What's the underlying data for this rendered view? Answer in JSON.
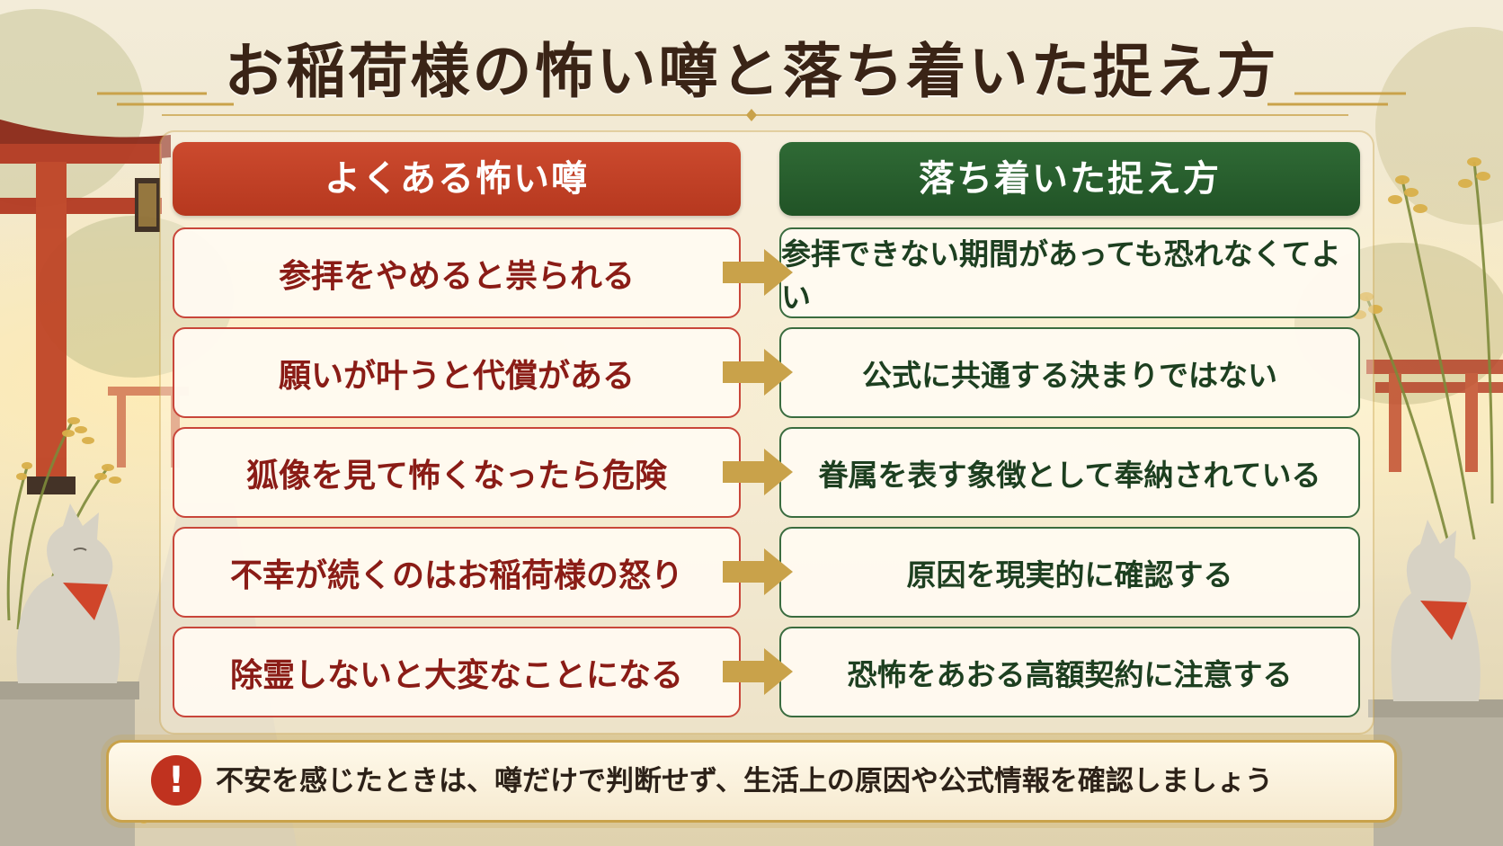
{
  "title": "お稲荷様の怖い噂と落ち着いた捉え方",
  "left_header": "よくある怖い噂",
  "right_header": "落ち着いた捉え方",
  "rumors": [
    "参拝をやめると祟られる",
    "願いが叶うと代償がある",
    "狐像を見て怖くなったら危険",
    "不幸が続くのはお稲荷様の怒り",
    "除霊しないと大変なことになる"
  ],
  "responses": [
    "参拝できない期間があっても恐れなくてよい",
    "公式に共通する決まりではない",
    "眷属を表す象徴として奉納されている",
    "原因を現実的に確認する",
    "恐怖をあおる高額契約に注意する"
  ],
  "banner": {
    "icon": "exclamation-icon",
    "text": "不安を感じたときは、噂だけで判断せず、生活上の原因や公式情報を確認しましょう"
  },
  "colors": {
    "left_accent": "#c0391f",
    "right_accent": "#2b5e2f",
    "arrow_gold": "#c9a24a",
    "title": "#3a2416"
  }
}
